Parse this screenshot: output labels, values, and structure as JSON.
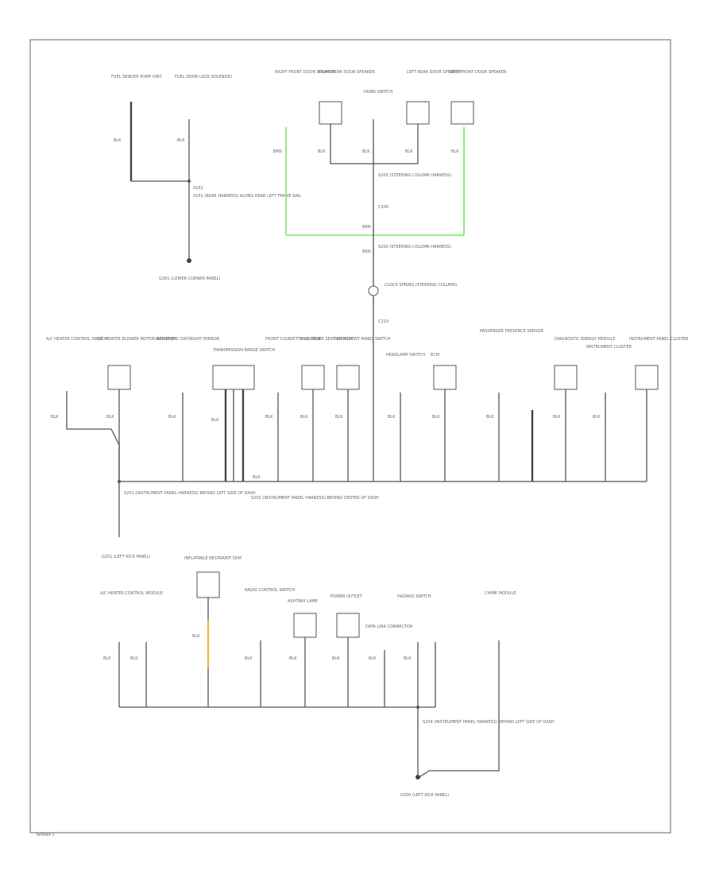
{
  "diagram": {
    "footer_code": "W9999-1",
    "top_left": {
      "components": [
        "FUEL SENDER PUMP UNIT",
        "FUEL DOOR LOCK SOLENOID"
      ],
      "wire_colors": [
        "BLK",
        "BLK"
      ],
      "connector": "S161",
      "splice_text": "S161 (REAR HARNESS) ALONG REAR LEFT FRAME RAIL",
      "ground_text": "G301 (LOWER CORNER PANEL)"
    },
    "top_center": {
      "components": [
        "RIGHT FRONT DOOR SPEAKER",
        "RIGHT REAR DOOR SPEAKER",
        "HORN SWITCH",
        "LEFT REAR DOOR SPEAKER",
        "LEFT FRONT DOOR SPEAKER"
      ],
      "wire_colors": [
        "BRN",
        "BLK",
        "BLK",
        "BLK",
        "BLK"
      ],
      "splice_upper": "S203 (STEERING COLUMN HARNESS)",
      "splice_lower": "S200 (STEERING COLUMN HARNESS)",
      "clockspring": "CLOCK SPRING (STEERING COLUMN)",
      "connector_tags": [
        "C200",
        "C210"
      ],
      "wire_labels": [
        "BRN",
        "BRN"
      ]
    },
    "middle": {
      "components": [
        "A/C HEATER CONTROL SWITCH",
        "A/C HEATER BLOWER MOTOR RESISTOR",
        "AUTOMATIC DAY/NIGHT MIRROR",
        "TRANSMISSION RANGE SWITCH",
        "FRONT CIGARETTE LIGHTER",
        "PASSENGER SEAT SWITCH",
        "INSTRUMENT PANEL SWITCH",
        "HEADLAMP SWITCH",
        "ECM",
        "PASSENGER PRESENCE SENSOR",
        "DIAGNOSTIC ENERGY MODULE",
        "INSTRUMENT CLUSTER",
        "INSTRUMENT PANEL CLUSTER"
      ],
      "wire_colors": [
        "BLK",
        "BLK",
        "BLK",
        "BLK",
        "BLK",
        "BLK",
        "BLK",
        "BLK",
        "BLK",
        "BLK",
        "BLK",
        "BLK"
      ],
      "bus_label": "BLK",
      "splice_left": "S201 (INSTRUMENT PANEL HARNESS) BEHIND LEFT SIDE OF DASH",
      "splice_center": "S202 (INSTRUMENT PANEL HARNESS) BEHIND CENTER OF DASH",
      "ground": "G201 (LEFT KICK PANEL)"
    },
    "bottom": {
      "components": [
        "A/C HEATER CONTROL MODULE",
        "INFLATABLE RESTRAINT SDM",
        "RADIO CONTROL SWITCH",
        "ASHTRAY LAMP",
        "POWER OUTLET",
        "DATA LINK CONNECTOR",
        "HAZARD SWITCH",
        "CHIME MODULE"
      ],
      "wire_colors": [
        "BLK",
        "BLK",
        "BLK",
        "BLK",
        "BLK",
        "BLK",
        "BLK",
        "BLK"
      ],
      "splice_text": "S204 (INSTRUMENT PANEL HARNESS) BEHIND LEFT SIDE OF DASH",
      "ground": "G200 (LEFT KICK PANEL)"
    }
  }
}
